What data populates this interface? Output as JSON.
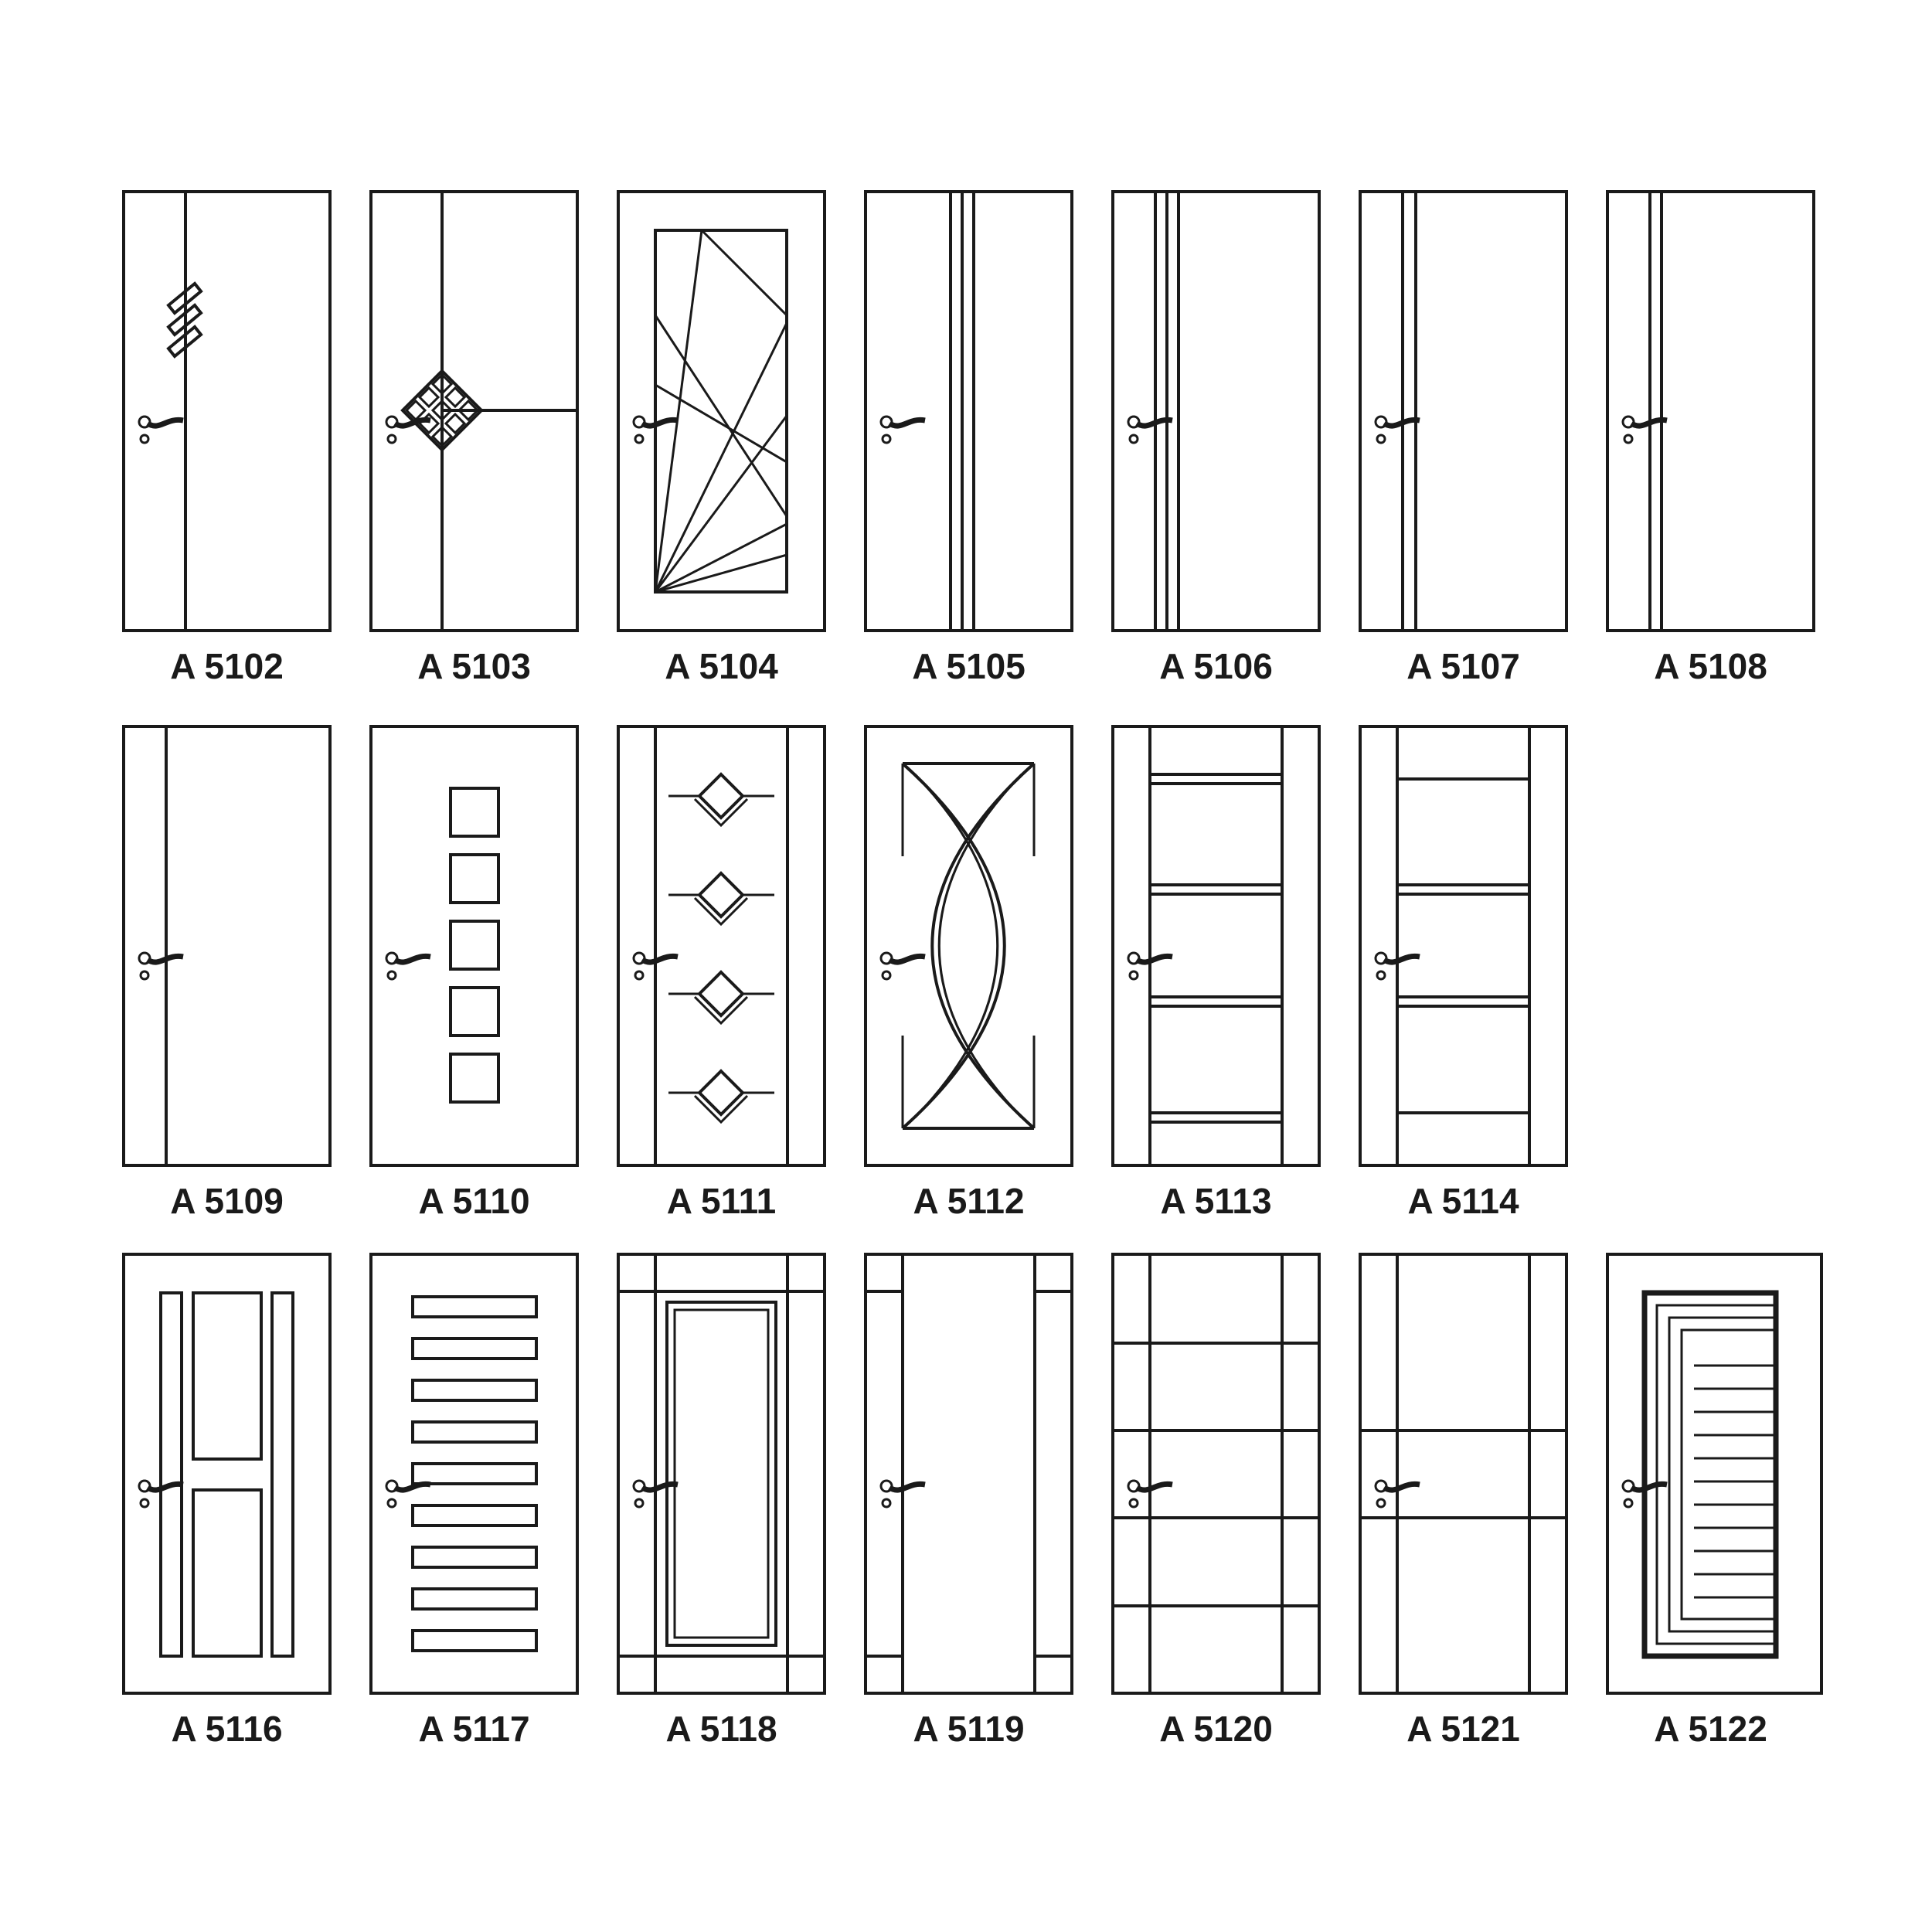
{
  "catalog": {
    "rows": [
      {
        "doors": [
          {
            "code": "A 5102",
            "style": "single-groove-with-rope-ornament"
          },
          {
            "code": "A 5103",
            "style": "cross-groove-with-lattice-knot"
          },
          {
            "code": "A 5104",
            "style": "panel-with-fan-lines"
          },
          {
            "code": "A 5105",
            "style": "triple-vertical-groove-center"
          },
          {
            "code": "A 5106",
            "style": "triple-vertical-groove-left"
          },
          {
            "code": "A 5107",
            "style": "double-vertical-groove"
          },
          {
            "code": "A 5108",
            "style": "double-vertical-groove-edge"
          }
        ]
      },
      {
        "doors": [
          {
            "code": "A 5109",
            "style": "single-vertical-line"
          },
          {
            "code": "A 5110",
            "style": "five-square-insets"
          },
          {
            "code": "A 5111",
            "style": "stiles-with-diamond-ornaments"
          },
          {
            "code": "A 5112",
            "style": "crossing-arcs-panel"
          },
          {
            "code": "A 5113",
            "style": "stiles-with-double-rails"
          },
          {
            "code": "A 5114",
            "style": "stiles-with-rails"
          }
        ]
      },
      {
        "doors": [
          {
            "code": "A 5116",
            "style": "two-panels-with-side-bars"
          },
          {
            "code": "A 5117",
            "style": "nine-horizontal-bars"
          },
          {
            "code": "A 5118",
            "style": "stiles-rails-with-center-panel"
          },
          {
            "code": "A 5119",
            "style": "stiles-rails-plain"
          },
          {
            "code": "A 5120",
            "style": "stiles-with-four-rails"
          },
          {
            "code": "A 5121",
            "style": "stiles-with-two-rails"
          },
          {
            "code": "A 5122",
            "style": "nested-frame-with-slats"
          }
        ]
      }
    ]
  }
}
